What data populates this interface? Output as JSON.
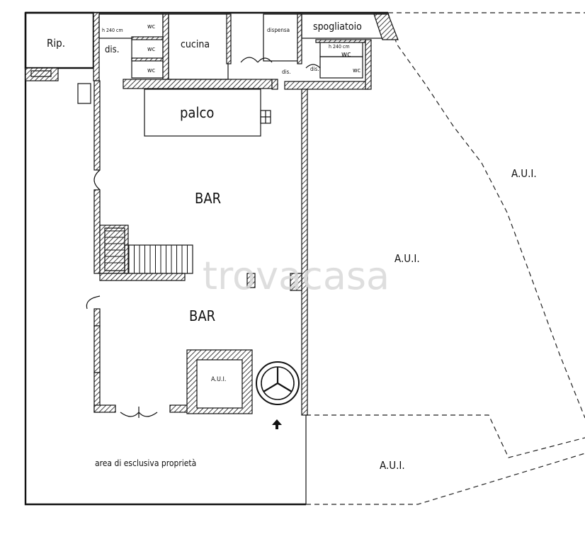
{
  "rooms": {
    "rip": "Rip.",
    "wc_small_note_1": "h 240 cm",
    "wc_1": "wc",
    "dis_1": "dis.",
    "wc_2": "wc",
    "wc_3": "wc",
    "cucina": "cucina",
    "dispensa": "dispensa",
    "spogliatoio": "spogliatoio",
    "wc_small_note_2": "h 240 cm",
    "wc_4": "wc",
    "dis_2": "dis.",
    "dis_3": "dis.",
    "wc_5": "wc",
    "palco": "palco",
    "bar_upper": "BAR",
    "bar_lower": "BAR",
    "aui_small": "A.U.I.",
    "aui_top_right": "A.U.I.",
    "aui_middle": "A.U.I.",
    "aui_bottom": "A.U.I.",
    "area": "area di esclusiva proprietà"
  },
  "watermark": "trovacasa",
  "icons": {
    "entrance": "entrance-arrow-icon",
    "tree": "tree-symbol-icon"
  }
}
